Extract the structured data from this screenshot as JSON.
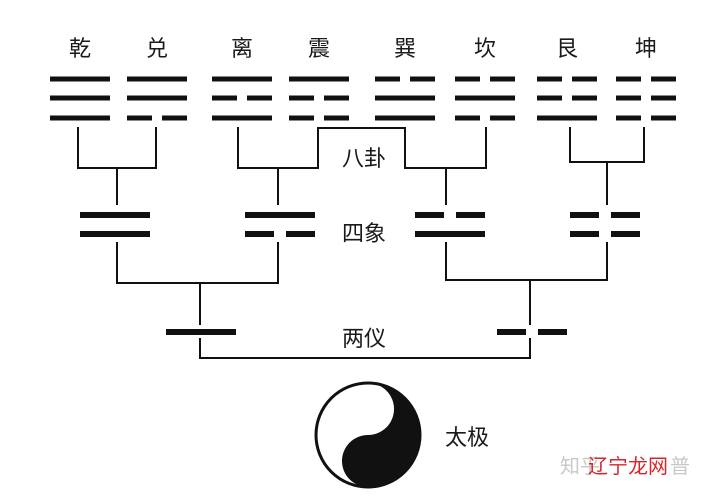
{
  "trigrams": [
    {
      "name": "乾",
      "lines": [
        "yang",
        "yang",
        "yang"
      ]
    },
    {
      "name": "兑",
      "lines": [
        "yin",
        "yang",
        "yang"
      ]
    },
    {
      "name": "离",
      "lines": [
        "yang",
        "yin",
        "yang"
      ]
    },
    {
      "name": "震",
      "lines": [
        "yin",
        "yin",
        "yang"
      ]
    },
    {
      "name": "巽",
      "lines": [
        "yang",
        "yang",
        "yin"
      ]
    },
    {
      "name": "坎",
      "lines": [
        "yin",
        "yang",
        "yin"
      ]
    },
    {
      "name": "艮",
      "lines": [
        "yang",
        "yin",
        "yin"
      ]
    },
    {
      "name": "坤",
      "lines": [
        "yin",
        "yin",
        "yin"
      ]
    }
  ],
  "four_images": [
    {
      "lines": [
        "yang",
        "yang"
      ]
    },
    {
      "lines": [
        "yin",
        "yang"
      ]
    },
    {
      "lines": [
        "yang",
        "yin"
      ]
    },
    {
      "lines": [
        "yin",
        "yin"
      ]
    }
  ],
  "two_forms": [
    {
      "lines": [
        "yang"
      ]
    },
    {
      "lines": [
        "yin"
      ]
    }
  ],
  "labels": {
    "bagua": "八卦",
    "sixiang": "四象",
    "liangyi": "两仪",
    "taiji": "太极"
  },
  "watermark": {
    "prefix": "知乎",
    "brand": "辽宁龙网",
    "suffix": "普",
    "brand_color": "#d6262c"
  },
  "colors": {
    "ink": "#111111",
    "background": "#ffffff"
  }
}
